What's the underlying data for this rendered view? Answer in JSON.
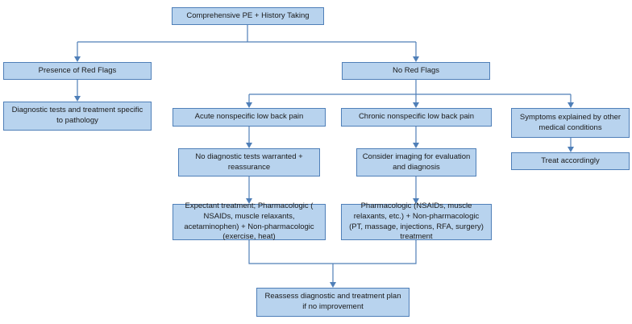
{
  "nodes": {
    "comprehensive_pe": "Comprehensive PE + History Taking",
    "red_flags": "Presence of Red Flags",
    "no_red_flags": "No Red Flags",
    "diagnostic_tests_specific": "Diagnostic tests and treatment specific to pathology",
    "acute_lbp": "Acute nonspecific low back pain",
    "chronic_lbp": "Chronic nonspecific low back pain",
    "other_conditions": "Symptoms explained by other medical conditions",
    "no_diagnostic_tests": "No diagnostic tests warranted + reassurance",
    "consider_imaging": "Consider imaging for evaluation and diagnosis",
    "treat_accordingly": "Treat accordingly",
    "acute_treatment": "Expectant treatment; Pharmacologic ( NSAIDs, muscle relaxants, acetaminophen) + Non-pharmacologic (exercise, heat)",
    "chronic_treatment": "Pharmacologic (NSAIDs, muscle relaxants, etc.) + Non-pharmacologic (PT, massage, injections, RFA, surgery) treatment",
    "reassess": "Reassess diagnostic and  treatment plan if no improvement"
  },
  "colors": {
    "box_fill": "#b8d3ee",
    "box_border": "#4f7fb8",
    "connector": "#4f7fb8"
  }
}
